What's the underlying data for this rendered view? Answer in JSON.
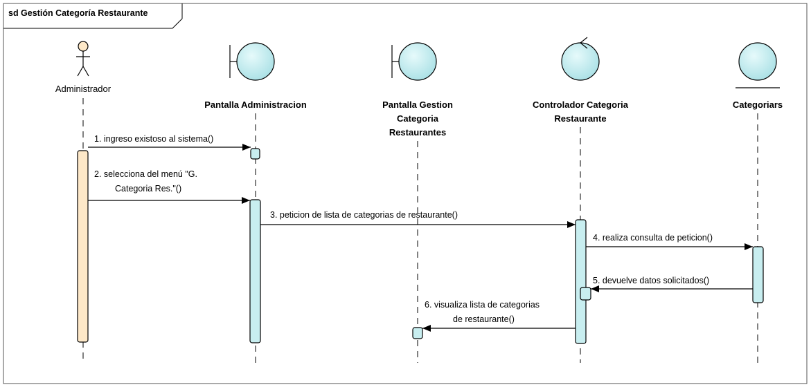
{
  "frame": {
    "title": "sd Gestión Categoría Restaurante"
  },
  "participants": [
    {
      "id": "admin",
      "kind": "actor",
      "name": [
        "Administrador"
      ]
    },
    {
      "id": "pantalla_admin",
      "kind": "boundary",
      "name": [
        "Pantalla Administracion"
      ]
    },
    {
      "id": "pantalla_gestion",
      "kind": "boundary",
      "name": [
        "Pantalla Gestion",
        "Categoria",
        "Restaurantes"
      ]
    },
    {
      "id": "controlador",
      "kind": "control",
      "name": [
        "Controlador Categoria",
        "Restaurante"
      ]
    },
    {
      "id": "categorias",
      "kind": "entity",
      "name": [
        "Categoriars"
      ]
    }
  ],
  "messages": [
    {
      "from": "admin",
      "to": "pantalla_admin",
      "label": [
        "1. ingreso existoso al sistema()"
      ]
    },
    {
      "from": "admin",
      "to": "pantalla_admin",
      "label": [
        "2. selecciona del menú \"G.",
        "Categoria Res.\"()"
      ]
    },
    {
      "from": "pantalla_admin",
      "to": "controlador",
      "label": [
        "3. peticion de lista de categorias de restaurante()"
      ]
    },
    {
      "from": "controlador",
      "to": "categorias",
      "label": [
        "4. realiza consulta de peticion()"
      ]
    },
    {
      "from": "categorias",
      "to": "controlador",
      "label": [
        "5. devuelve datos solicitados()"
      ]
    },
    {
      "from": "controlador",
      "to": "pantalla_gestion",
      "label": [
        "6. visualiza lista de categorias",
        "de restaurante()"
      ]
    }
  ],
  "colors": {
    "actor_activation": "#fde8c8",
    "object_fill": "#c8eef0",
    "activation_fill": "#c8eef0",
    "line": "#000000"
  }
}
